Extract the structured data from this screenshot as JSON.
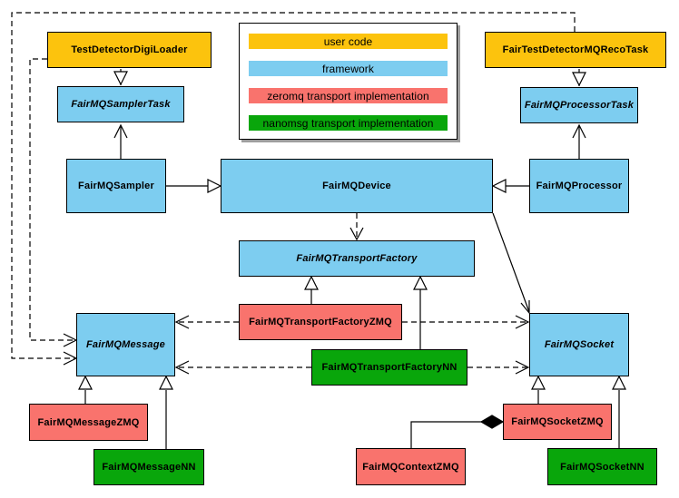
{
  "legend": {
    "items": [
      {
        "label": "user code",
        "color": "#FCC30D",
        "category": "user"
      },
      {
        "label": "framework",
        "color": "#7DCDF0",
        "category": "framework"
      },
      {
        "label": "zeromq transport implementation",
        "color": "#F9736D",
        "category": "zeromq"
      },
      {
        "label": "nanomsg transport implementation",
        "color": "#09A60B",
        "category": "nanomsg"
      }
    ]
  },
  "colors": {
    "user_code": "#FCC30D",
    "framework": "#7DCDF0",
    "zeromq": "#F9736D",
    "nanomsg": "#09A60B",
    "line": "#000000",
    "legend_shadow": "#9E9E9E"
  },
  "nodes": {
    "testDetectorDigiLoader": {
      "label": "TestDetectorDigiLoader",
      "category": "user",
      "abstract": false
    },
    "fairTestDetectorMQRecoTask": {
      "label": "FairTestDetectorMQRecoTask",
      "category": "user",
      "abstract": false
    },
    "fairMQSamplerTask": {
      "label": "FairMQSamplerTask",
      "category": "framework",
      "abstract": true
    },
    "fairMQProcessorTask": {
      "label": "FairMQProcessorTask",
      "category": "framework",
      "abstract": true
    },
    "fairMQSampler": {
      "label": "FairMQSampler",
      "category": "framework",
      "abstract": false
    },
    "fairMQDevice": {
      "label": "FairMQDevice",
      "category": "framework",
      "abstract": false
    },
    "fairMQProcessor": {
      "label": "FairMQProcessor",
      "category": "framework",
      "abstract": false
    },
    "fairMQTransportFactory": {
      "label": "FairMQTransportFactory",
      "category": "framework",
      "abstract": true
    },
    "fairMQTransportFactoryZMQ": {
      "label": "FairMQTransportFactoryZMQ",
      "category": "zeromq",
      "abstract": false
    },
    "fairMQTransportFactoryNN": {
      "label": "FairMQTransportFactoryNN",
      "category": "nanomsg",
      "abstract": false
    },
    "fairMQMessage": {
      "label": "FairMQMessage",
      "category": "framework",
      "abstract": true
    },
    "fairMQSocket": {
      "label": "FairMQSocket",
      "category": "framework",
      "abstract": true
    },
    "fairMQMessageZMQ": {
      "label": "FairMQMessageZMQ",
      "category": "zeromq",
      "abstract": false
    },
    "fairMQMessageNN": {
      "label": "FairMQMessageNN",
      "category": "nanomsg",
      "abstract": false
    },
    "fairMQContextZMQ": {
      "label": "FairMQContextZMQ",
      "category": "zeromq",
      "abstract": false
    },
    "fairMQSocketZMQ": {
      "label": "FairMQSocketZMQ",
      "category": "zeromq",
      "abstract": false
    },
    "fairMQSocketNN": {
      "label": "FairMQSocketNN",
      "category": "nanomsg",
      "abstract": false
    }
  }
}
